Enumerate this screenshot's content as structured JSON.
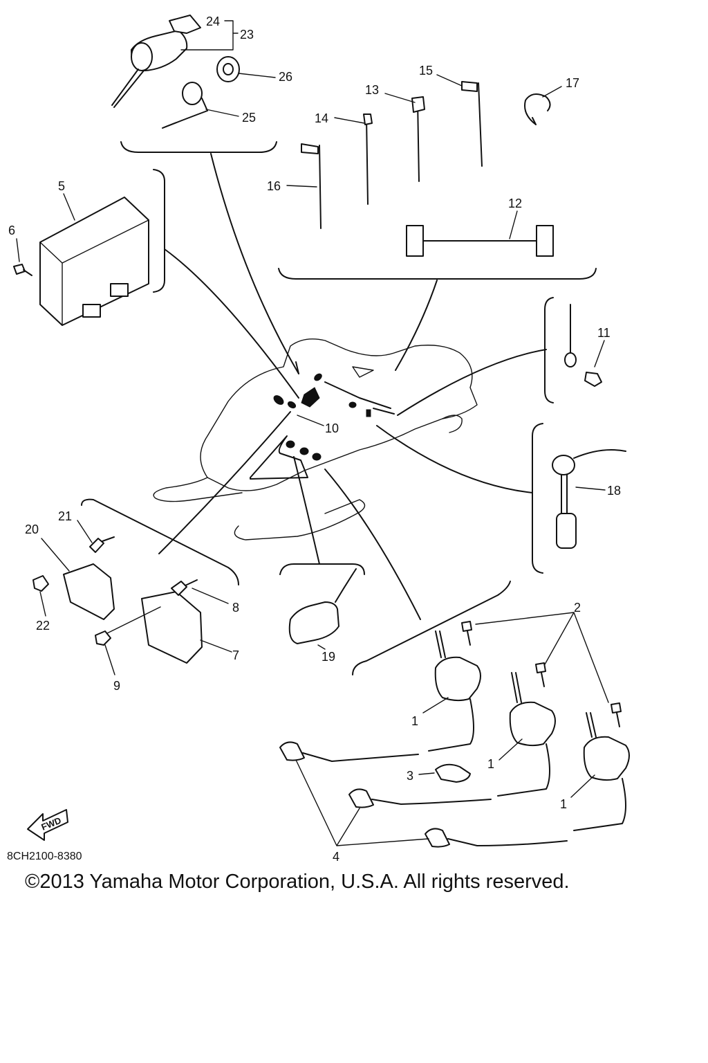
{
  "diagram_code": "8CH2100-8380",
  "copyright": "©2013 Yamaha Motor Corporation, U.S.A. All rights reserved.",
  "fwd_label": "FWD",
  "callouts": [
    "1",
    "2",
    "3",
    "4",
    "5",
    "6",
    "7",
    "8",
    "9",
    "10",
    "11",
    "12",
    "13",
    "14",
    "15",
    "16",
    "17",
    "18",
    "19",
    "20",
    "21",
    "22",
    "23",
    "24",
    "25",
    "26"
  ]
}
